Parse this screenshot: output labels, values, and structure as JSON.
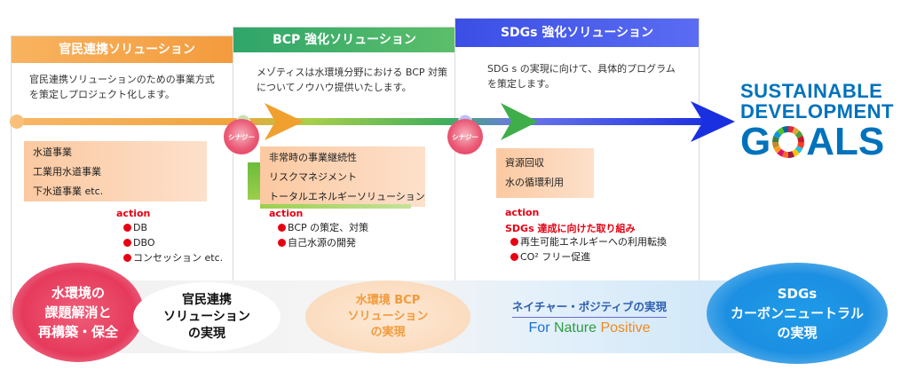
{
  "panels": [
    {
      "header": "官民連携ソリューション",
      "description": [
        "官民連携ソリューションのための事業方式",
        "を策定しプロジェクト化します。"
      ],
      "tags": [
        "水道事業",
        "工業用水道事業",
        "下水道事業 etc."
      ],
      "action_label": "action",
      "actions": [
        "DB",
        "DBO",
        "コンセッション etc."
      ]
    },
    {
      "header": "BCP 強化ソリューション",
      "description": [
        "メゾティスは水環境分野における BCP 対策",
        "についてノウハウ提供いたします。"
      ],
      "tags": [
        "非常時の事業継続性",
        "リスクマネジメント",
        "トータルエネルギーソリューション"
      ],
      "action_label": "action",
      "actions": [
        "BCP の策定、対策",
        "自己水源の開発"
      ]
    },
    {
      "header": "SDGs 強化ソリューション",
      "description": [
        "SDG s の実現に向けて、具体的プログラム",
        "を策定します。"
      ],
      "tags": [
        "資源回収",
        "水の循環利用"
      ],
      "action_label": "action",
      "action_sub": "SDGs 達成に向けた取り組み",
      "actions": [
        "再生可能エネルギーへの利用転換",
        "CO² フリー促進"
      ]
    }
  ],
  "synergy_label": "シナジー",
  "sdg_logo": {
    "line1": "SUSTAINABLE",
    "line2": "DEVELOPMENT",
    "line3_prefix": "G",
    "line3_suffix": "ALS"
  },
  "bottom": {
    "e1": [
      "水環境の",
      "課題解消と",
      "再構築・保全"
    ],
    "e2": [
      "官民連携",
      "ソリューション",
      "の実現"
    ],
    "e3": [
      "水環境 BCP",
      "ソリューション",
      "の実現"
    ],
    "e4": {
      "title": "ネイチャー・ポジティブの実現",
      "sub_for": "For ",
      "sub_nature": "Nature ",
      "sub_positive": "Positive"
    },
    "e5": [
      "SDGs",
      "カーボンニュートラル",
      "の実現"
    ]
  },
  "colors": {
    "orange": "#f6a54a",
    "green": "#3dae6f",
    "blue": "#3a57e8",
    "tag_bg": "#fbd1b0",
    "red": "#e60012",
    "navy": "#1a2fe0"
  }
}
